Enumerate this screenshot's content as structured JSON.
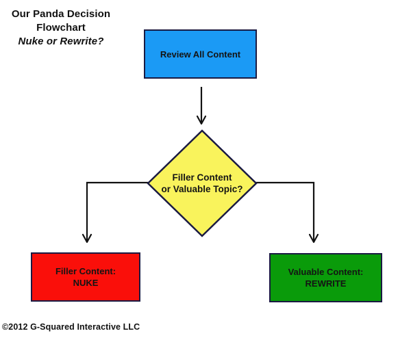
{
  "title": {
    "line1": "Our Panda Decision",
    "line2": "Flowchart",
    "line3_italic": "Nuke or Rewrite?"
  },
  "nodes": {
    "start": {
      "label": "Review All Content",
      "fill": "#1b9af5"
    },
    "decision": {
      "label_line1": "Filler Content",
      "label_line2": "or Valuable Topic?",
      "fill": "#f9f35c"
    },
    "nuke": {
      "label_line1": "Filler Content:",
      "label_line2": "NUKE",
      "fill": "#fa0f0a"
    },
    "rewrite": {
      "label_line1": "Valuable Content:",
      "label_line2": "REWRITE",
      "fill": "#0a9b0a"
    }
  },
  "colors": {
    "node_border": "#1a1a42",
    "arrow": "#111111",
    "background": "#ffffff"
  },
  "footer": {
    "copyright": "©2012 G-Squared Interactive LLC"
  }
}
